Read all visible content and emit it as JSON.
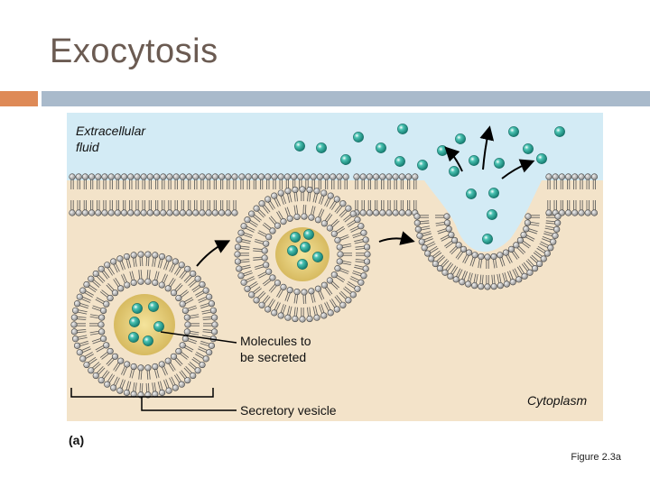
{
  "slide": {
    "title": "Exocytosis",
    "figure_caption": "Figure 2.3a"
  },
  "figure": {
    "labels": {
      "extracellular_line1": "Extracellular",
      "extracellular_line2": "fluid",
      "cytoplasm": "Cytoplasm",
      "molecules_line1": "Molecules to",
      "molecules_line2": "be secreted",
      "secretory_vesicle": "Secretory vesicle",
      "panel": "(a)"
    },
    "colors": {
      "extracellular": "#d3ebf5",
      "cytoplasm": "#f3e3c9",
      "lipid_head": "#a9a9a9",
      "lipid_outline": "#555555",
      "vesicle_lumen": "#e8cf7a",
      "molecule": "#2aa698",
      "accent": "#de8a57",
      "rule": "#a9bacb"
    }
  }
}
